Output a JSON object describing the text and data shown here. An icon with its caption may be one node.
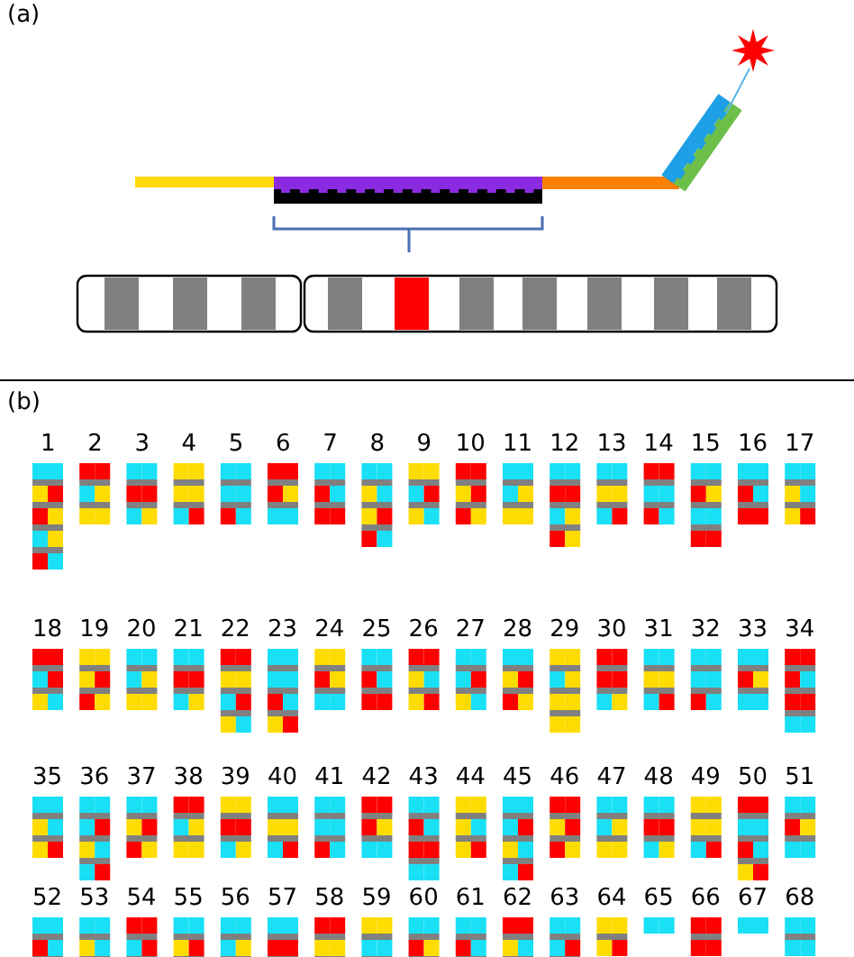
{
  "diagram": {
    "labels": [
      "(a)",
      "(b)",
      "1",
      "2",
      "3",
      "4",
      "5",
      "6",
      "7",
      "8",
      "9",
      "10",
      "11",
      "12",
      "13",
      "14",
      "15",
      "16",
      "17",
      "18",
      "19",
      "20",
      "21",
      "22",
      "23",
      "24",
      "25",
      "26",
      "27",
      "28",
      "29",
      "30",
      "31",
      "32",
      "33",
      "34",
      "35",
      "36",
      "37",
      "38",
      "39",
      "40",
      "41",
      "42",
      "43",
      "44",
      "45",
      "46",
      "47",
      "48",
      "49",
      "50",
      "51",
      "52",
      "53",
      "54",
      "55",
      "56",
      "57",
      "58",
      "59",
      "60",
      "61",
      "62",
      "63",
      "64",
      "65",
      "66",
      "67",
      "68"
    ]
  }
}
